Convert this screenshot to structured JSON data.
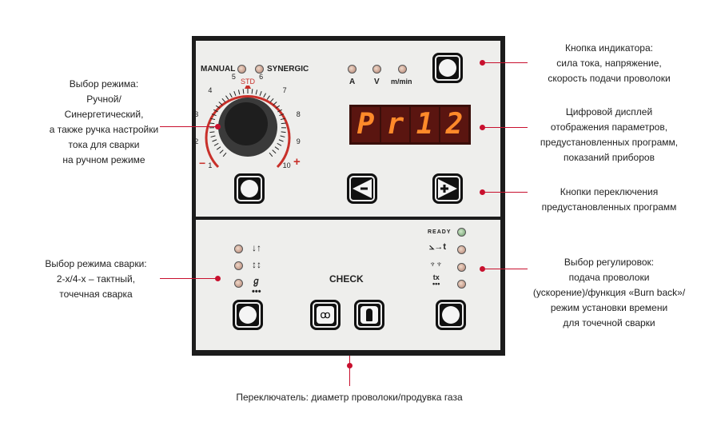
{
  "panel": {
    "mode_labels": {
      "manual": "MANUAL",
      "synergic": "SYNERGIC"
    },
    "dial": {
      "std": "STD",
      "scale": [
        "1",
        "2",
        "3",
        "4",
        "5",
        "6",
        "7",
        "8",
        "9",
        "10"
      ],
      "minus": "−",
      "plus": "+"
    },
    "indicators": [
      "A",
      "V",
      "m/min"
    ],
    "display": [
      "P",
      "r",
      "1",
      "2"
    ],
    "check": "CHECK",
    "ready": "READY",
    "accent": "#c8102e"
  },
  "callouts": {
    "indicator_button": [
      "Кнопка индикатора:",
      "сила тока, напряжение,",
      "скорость подачи проволоки"
    ],
    "display": [
      "Цифровой дисплей",
      "отображения параметров,",
      "предустановленных программ,",
      "показаний приборов"
    ],
    "program_buttons": [
      "Кнопки переключения",
      "предустановленных программ"
    ],
    "mode_select": [
      "Выбор режима:",
      "Ручной/",
      "Синергетический,",
      "а также ручка настройки",
      "тока для сварки",
      "на ручном режиме"
    ],
    "weld_mode": [
      "Выбор режима сварки:",
      "2-х/4-х – тактный,",
      "точечная сварка"
    ],
    "adjust": [
      "Выбор регулировок:",
      "подача проволоки",
      "(ускорение)/функция «Burn back»/",
      "режим установки времени",
      "для точечной сварки"
    ],
    "switch": "Переключатель: диаметр проволоки/продувка газа"
  }
}
